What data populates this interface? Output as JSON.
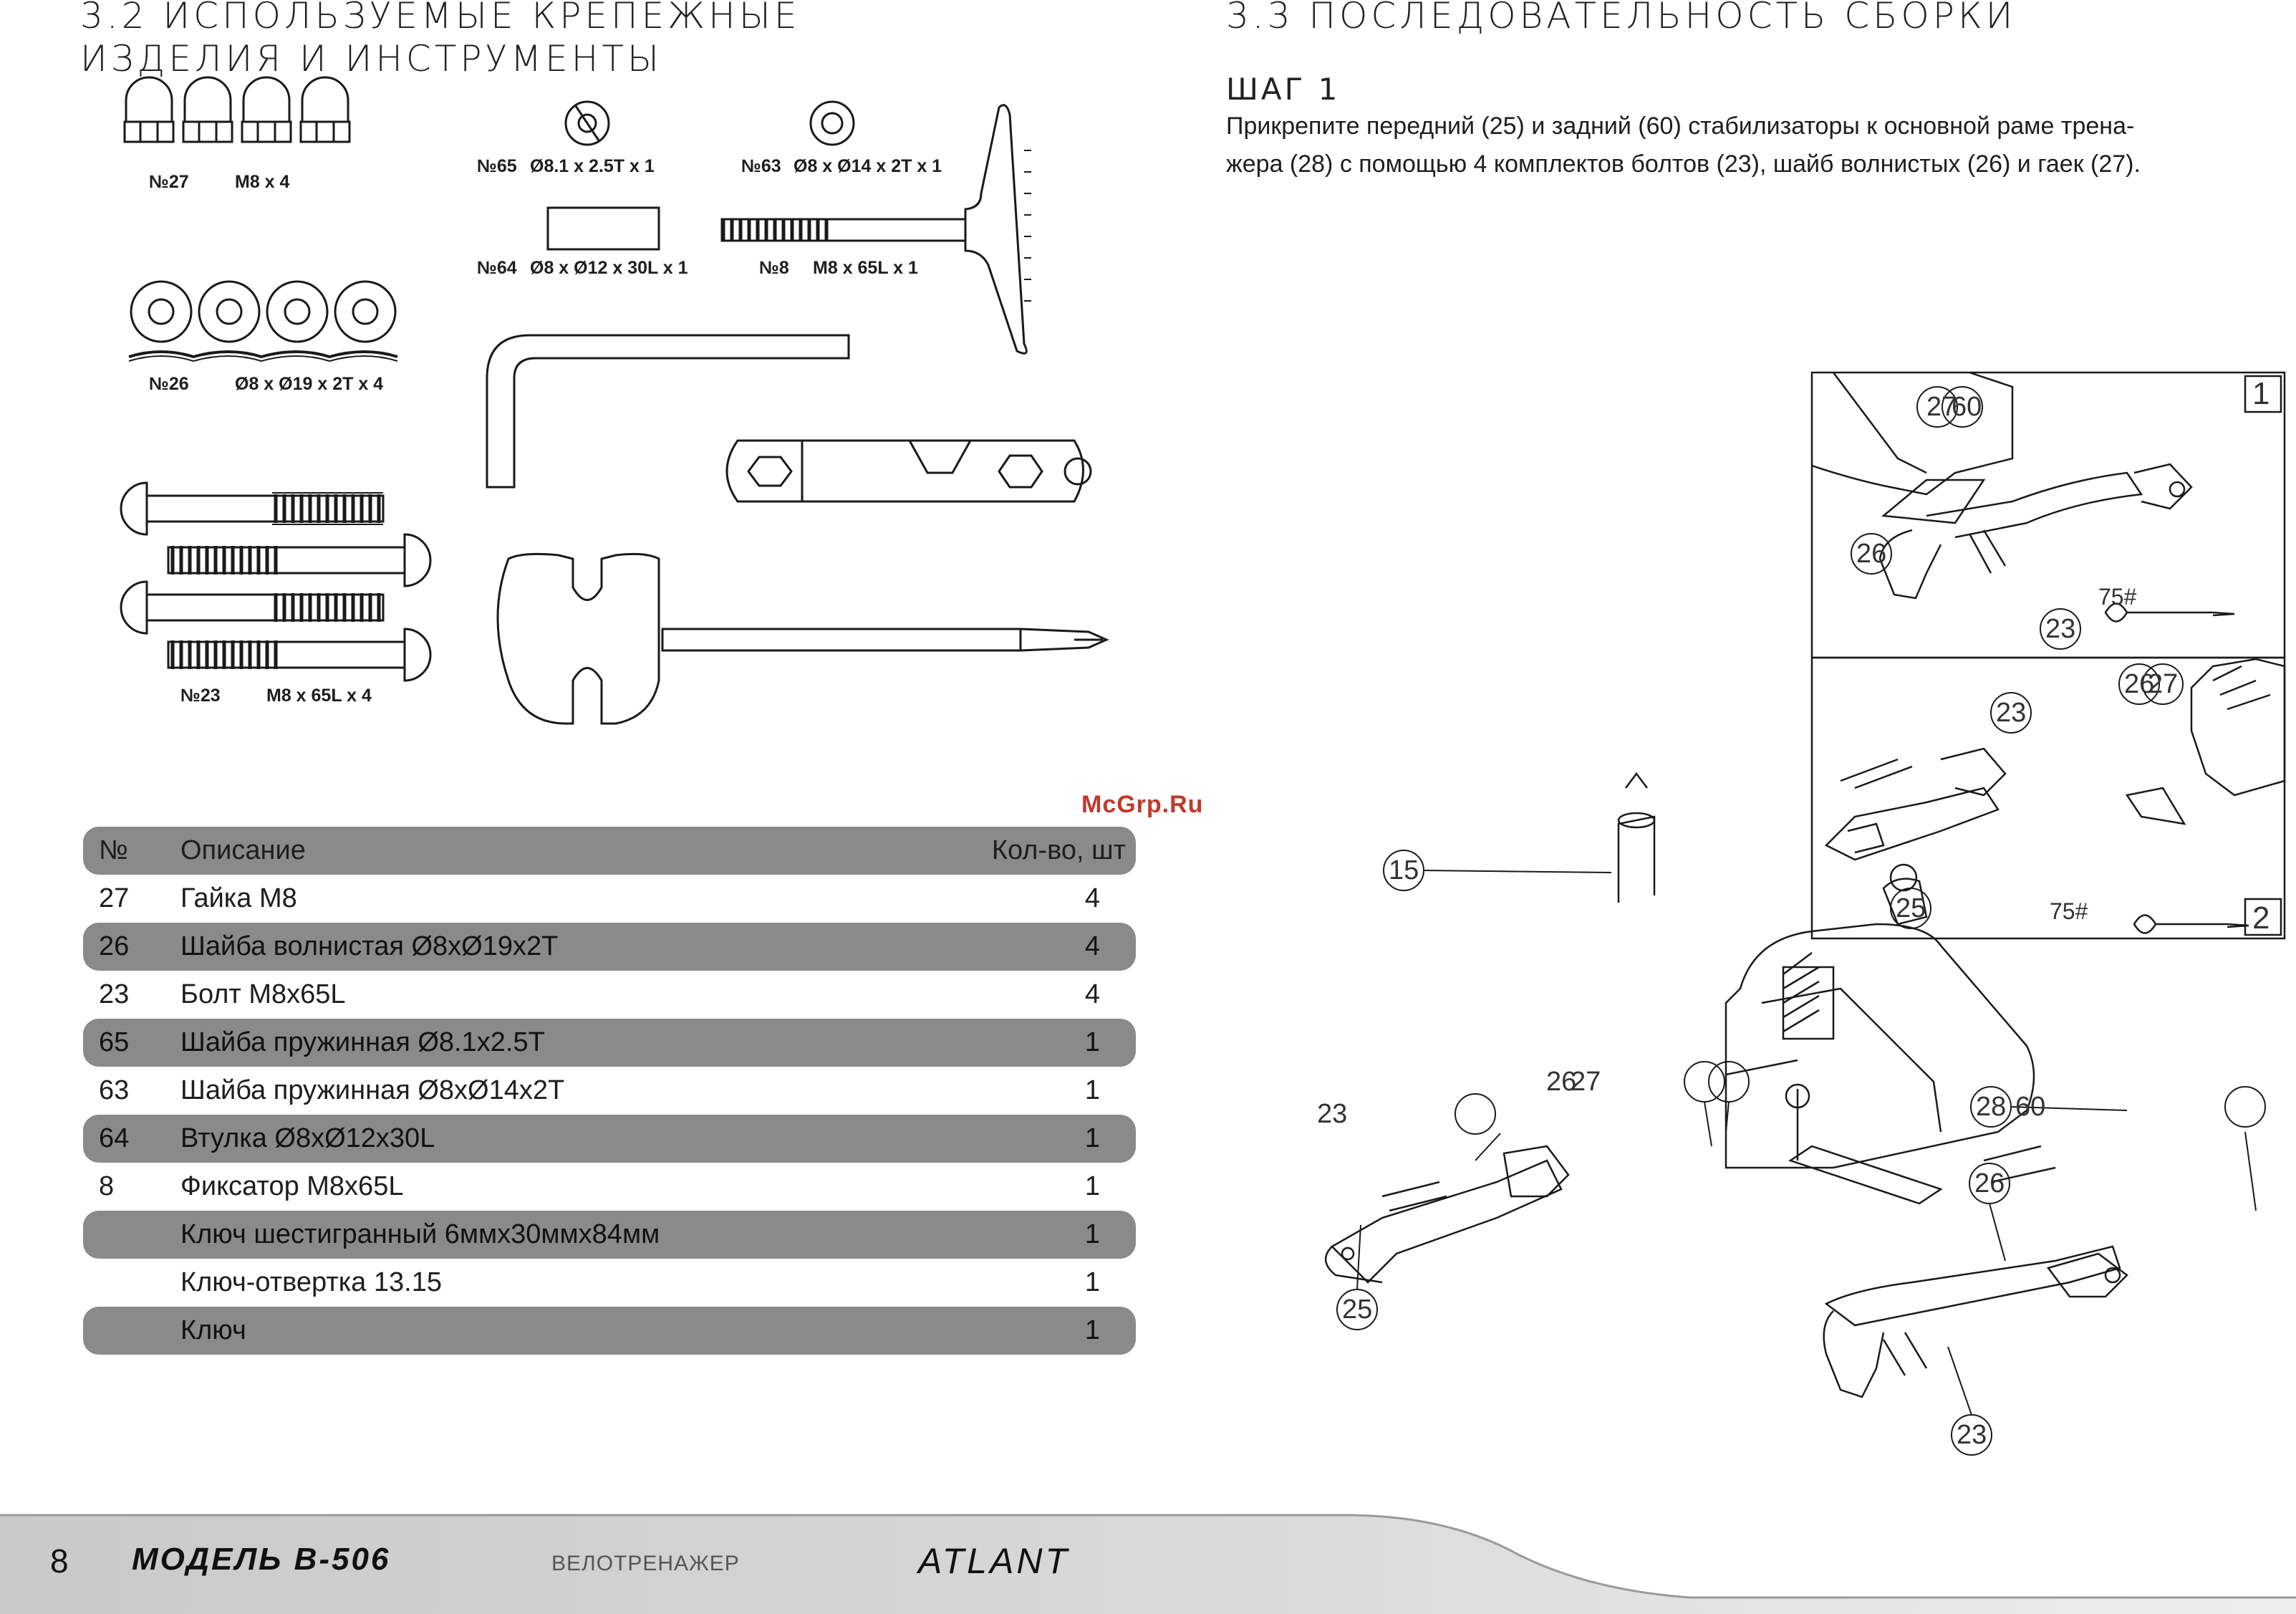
{
  "left_section": {
    "title_line1": "3.2 ИСПОЛЬЗУЕМЫЕ КРЕПЕЖНЫЕ",
    "title_line2": "ИЗДЕЛИЯ И ИНСТРУМЕНТЫ"
  },
  "parts": {
    "p27": {
      "num": "№27",
      "spec": "M8 x 4"
    },
    "p26": {
      "num": "№26",
      "spec": "Ø8 x Ø19 x 2T x 4"
    },
    "p23": {
      "num": "№23",
      "spec": "M8 x 65L x 4"
    },
    "p65": {
      "num": "№65",
      "spec": "Ø8.1 x 2.5T x 1"
    },
    "p64": {
      "num": "№64",
      "spec": "Ø8 x Ø12 x 30L x 1"
    },
    "p63": {
      "num": "№63",
      "spec": "Ø8 x Ø14 x 2T x 1"
    },
    "p8": {
      "num": "№8",
      "spec": "M8 x 65L x 1"
    }
  },
  "watermark": "McGrp.Ru",
  "table": {
    "headers": {
      "num": "№",
      "desc": "Описание",
      "qty": "Кол-во, шт"
    },
    "rows": [
      {
        "num": "27",
        "desc": "Гайка M8",
        "qty": "4"
      },
      {
        "num": "26",
        "desc": "Шайба волнистая Ø8xØ19x2T",
        "qty": "4"
      },
      {
        "num": "23",
        "desc": "Болт M8x65L",
        "qty": "4"
      },
      {
        "num": "65",
        "desc": "Шайба пружинная Ø8.1x2.5T",
        "qty": "1"
      },
      {
        "num": "63",
        "desc": "Шайба пружинная Ø8xØ14x2T",
        "qty": "1"
      },
      {
        "num": "64",
        "desc": "Втулка Ø8xØ12x30L",
        "qty": "1"
      },
      {
        "num": "8",
        "desc": "Фиксатор M8x65L",
        "qty": "1"
      },
      {
        "num": "",
        "desc": "Ключ шестигранный 6ммx30ммx84мм",
        "qty": "1"
      },
      {
        "num": "",
        "desc": "Ключ-отвертка 13.15",
        "qty": "1"
      },
      {
        "num": "",
        "desc": "Ключ",
        "qty": "1"
      }
    ]
  },
  "right_section": {
    "title": "3.3 ПОСЛЕДОВАТЕЛЬНОСТЬ СБОРКИ",
    "step_title": "ШАГ 1",
    "step_text_line1": "Прикрепите передний (25) и задний (60) стабилизаторы к основной раме трена-",
    "step_text_line2": "жера (28) с помощью 4 комплектов болтов (23), шайб волнистых (26) и гаек (27)."
  },
  "diagram_labels": {
    "c27": "27",
    "c60": "60",
    "c26": "26",
    "c23": "23",
    "c25": "25",
    "c15": "15",
    "c28": "28",
    "tool": "75#",
    "panel1": "1",
    "panel2": "2"
  },
  "footer": {
    "page": "8",
    "model": "МОДЕЛЬ B-506",
    "type": "ВЕЛОТРЕНАЖЕР",
    "brand": "ATLANT"
  }
}
